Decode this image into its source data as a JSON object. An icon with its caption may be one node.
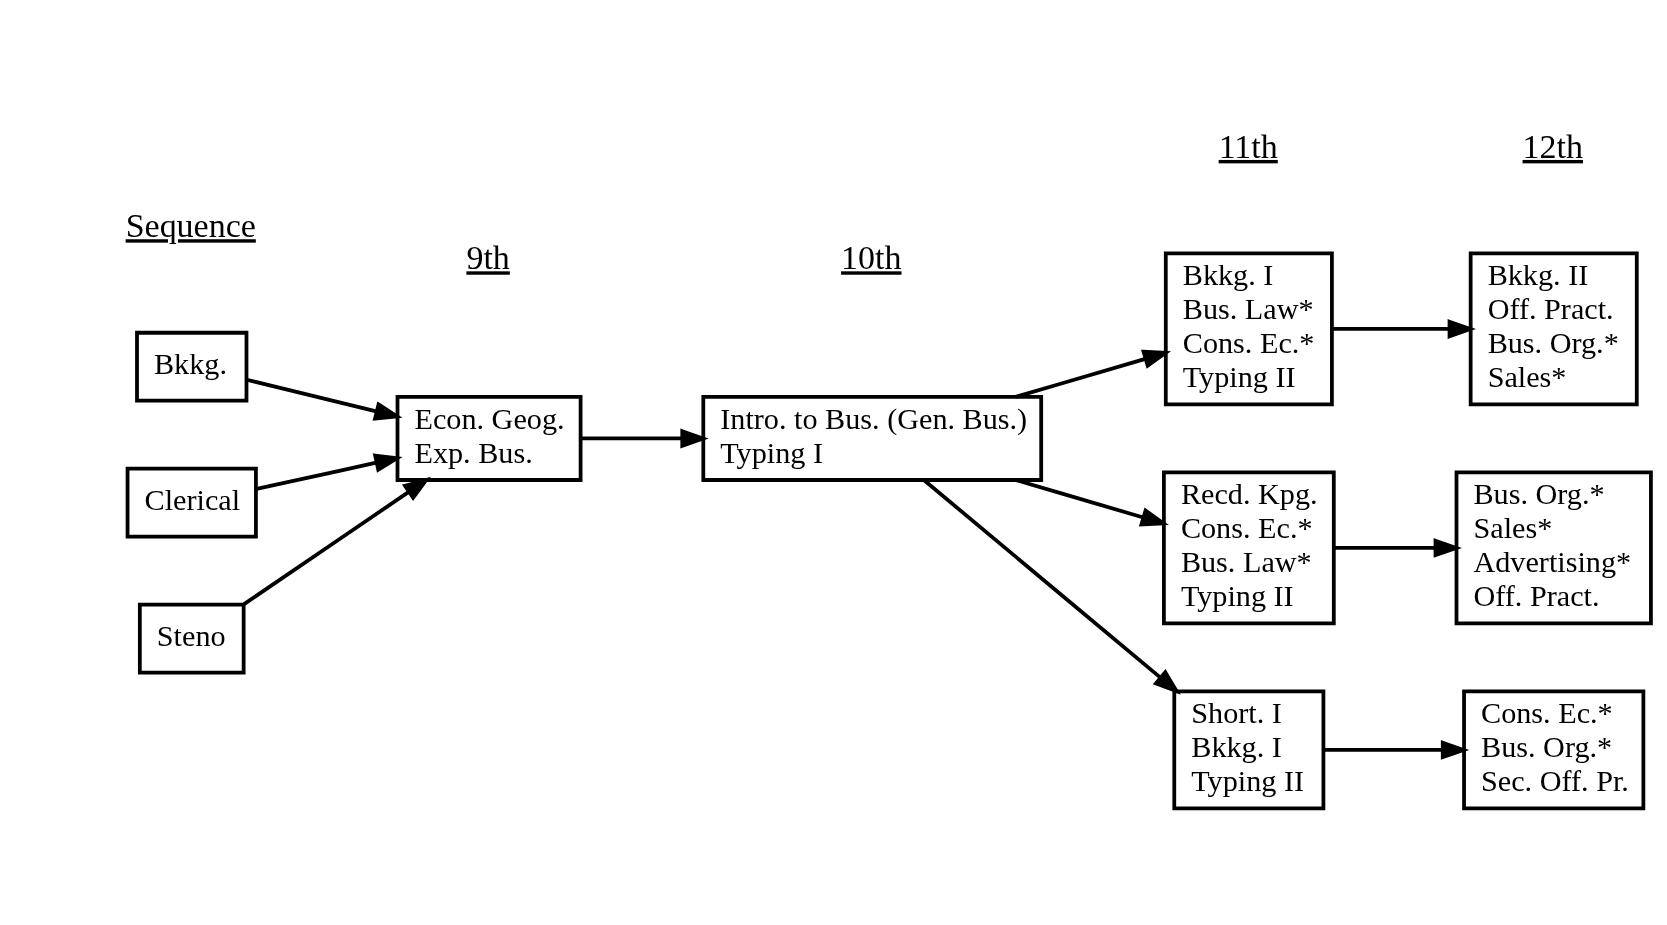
{
  "diagram": {
    "nodes": [
      {
        "text": [
          "Steno"
        ]
      },
      {
        "text": [
          "Bkkg."
        ]
      },
      {
        "text": [
          "Clerical"
        ]
      },
      {
        "text": [
          "Econ. Geog.",
          "Exp. Bus."
        ]
      },
      {
        "text": [
          "Intro. to Bus. (Gen. Bus.)",
          "Typing I"
        ]
      },
      {
        "text": [
          "Short. I",
          "Bkkg. I",
          "Typing II"
        ]
      },
      {
        "text": [
          "Bkkg. I",
          "Bus. Law*",
          "Cons. Ec.*",
          "Typing II"
        ]
      },
      {
        "text": [
          "Recd. Kpg.",
          "Cons. Ec.*",
          "Bus. Law*",
          "Typing II"
        ]
      },
      {
        "text": [
          "Cons. Ec.*",
          "Bus. Org.*",
          "Sec. Off. Pr."
        ]
      },
      {
        "text": [
          "Bkkg. II",
          "Off. Pract.",
          "Bus. Org.*",
          "Sales*"
        ]
      },
      {
        "text": [
          "Bus. Org.*",
          "Sales*",
          "Advertising*",
          "Off. Pract."
        ]
      }
    ],
    "edges": [
      {
        "from": 0,
        "to": 3,
        "arrow": "to"
      },
      {
        "from": 1,
        "to": 3,
        "arrow": "to"
      },
      {
        "from": 2,
        "to": 3,
        "arrow": "to"
      },
      {
        "from": 3,
        "to": 4,
        "arrow": "to"
      },
      {
        "from": 4,
        "to": 5,
        "arrow": "to"
      },
      {
        "from": 4,
        "to": 6,
        "arrow": "to"
      },
      {
        "from": 4,
        "to": 7,
        "arrow": "to"
      },
      {
        "from": 5,
        "to": 8,
        "arrow": "to"
      },
      {
        "from": 6,
        "to": 9,
        "arrow": "to"
      },
      {
        "from": 7,
        "to": 10,
        "arrow": "to"
      }
    ],
    "labels": [
      "Sequence",
      "9th",
      "10th",
      "11th",
      "12th"
    ]
  }
}
